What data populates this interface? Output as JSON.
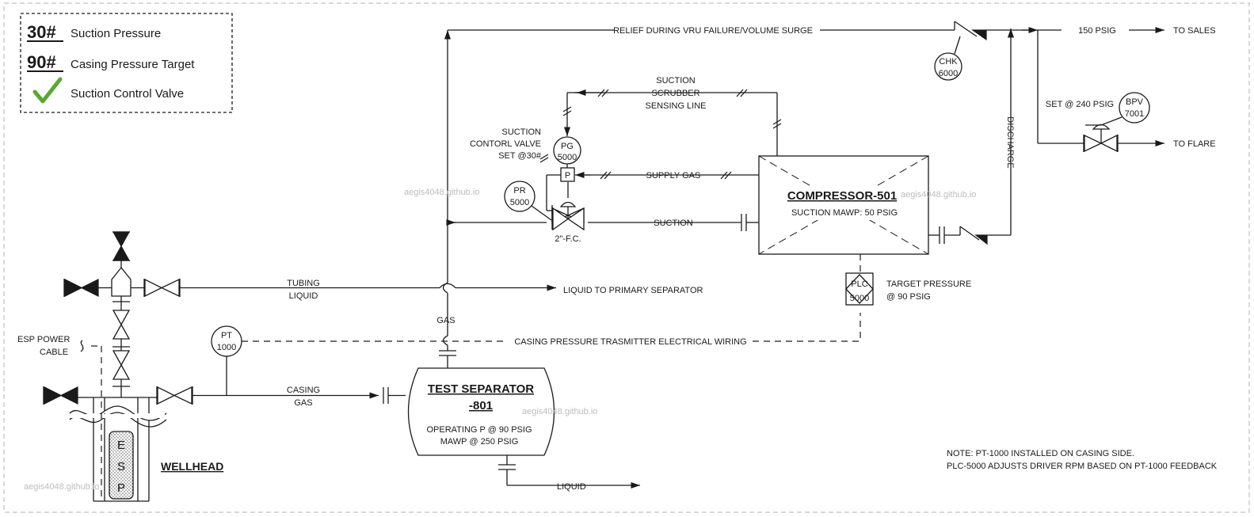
{
  "legend": {
    "items": [
      {
        "key": "30#",
        "label": "Suction Pressure"
      },
      {
        "key": "90#",
        "label": "Casing Pressure Target"
      },
      {
        "key": "check",
        "label": "Suction Control Valve"
      }
    ],
    "check_color": "#5aa832"
  },
  "lines": {
    "relief": "RELIEF DURING VRU FAILURE/VOLUME SURGE",
    "sales_pressure": "150 PSIG",
    "to_sales": "TO SALES",
    "to_flare": "TO FLARE",
    "set_240": "SET @ 240 PSIG",
    "discharge": "DISCHARGE",
    "sensing_1": "SUCTION",
    "sensing_2": "SCRUBBER",
    "sensing_3": "SENSING LINE",
    "supply_gas": "SUPPLY GAS",
    "suction": "SUCTION",
    "ctrl_valve_1": "SUCTION",
    "ctrl_valve_2": "CONTORL VALVE",
    "ctrl_valve_3": "SET @30#",
    "valve_size": "2\"-F.C.",
    "tubing_1": "TUBING",
    "tubing_2": "LIQUID",
    "liquid_primary": "LIQUID TO PRIMARY SEPARATOR",
    "gas": "GAS",
    "casing_wiring": "CASING PRESSURE TRASMITTER ELECTRICAL WIRING",
    "casing_gas_1": "CASING",
    "casing_gas_2": "GAS",
    "esp_cable_1": "ESP POWER",
    "esp_cable_2": "CABLE",
    "liquid": "LIQUID",
    "target_1": "TARGET PRESSURE",
    "target_2": "@ 90 PSIG"
  },
  "instruments": {
    "chk": {
      "tag": "CHK",
      "num": "6000"
    },
    "bpv": {
      "tag": "BPV",
      "num": "7001"
    },
    "pg": {
      "tag": "PG",
      "num": "5000"
    },
    "pr": {
      "tag": "PR",
      "num": "5000"
    },
    "p": "P",
    "plc": {
      "tag": "PLC",
      "num": "5000"
    },
    "pt": {
      "tag": "PT",
      "num": "1000"
    }
  },
  "equipment": {
    "compressor": {
      "title": "COMPRESSOR-501",
      "sub": "SUCTION MAWP: 50 PSIG"
    },
    "separator": {
      "title_1": "TEST SEPARATOR",
      "title_2": "-801",
      "line_1": "OPERATING P @ 90 PSIG",
      "line_2": "MAWP @ 250 PSIG"
    },
    "wellhead": "WELLHEAD",
    "esp": [
      "E",
      "S",
      "P"
    ]
  },
  "notes": [
    "NOTE: PT-1000 INSTALLED ON CASING SIDE.",
    "PLC-5000 ADJUSTS DRIVER RPM BASED ON PT-1000 FEEDBACK"
  ],
  "watermark": "aegis4048.github.io"
}
